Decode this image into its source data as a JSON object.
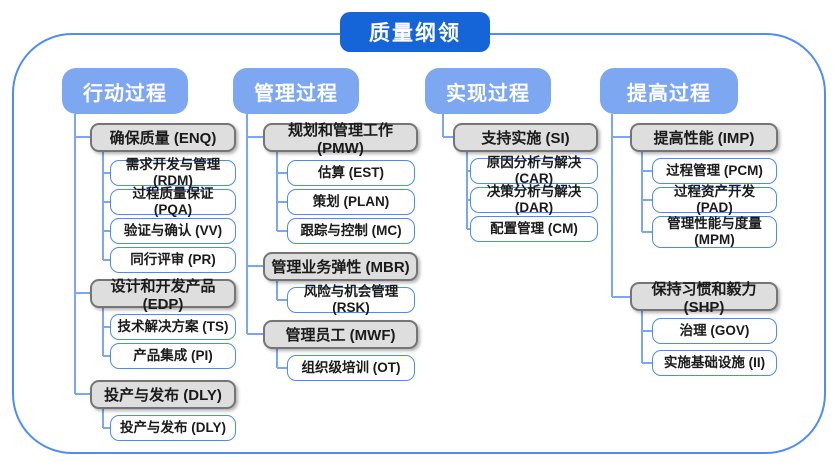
{
  "title": "质量纲领",
  "colors": {
    "title_blue": "#1565d8",
    "header_blue": "#7da7f0",
    "gray_fill": "#dedede",
    "gray_border": "#757575",
    "blue_border": "#4c8bf5",
    "connector_line": "#7aa6f2"
  },
  "columns": [
    {
      "header": "行动过程",
      "groups": [
        {
          "label": "确保质量 (ENQ)",
          "items": [
            "需求开发与管理 (RDM)",
            "过程质量保证 (PQA)",
            "验证与确认 (VV)",
            "同行评审 (PR)"
          ]
        },
        {
          "label": "设计和开发产品 (EDP)",
          "items": [
            "技术解决方案 (TS)",
            "产品集成 (PI)"
          ]
        },
        {
          "label": "投产与发布 (DLY)",
          "items": [
            "投产与发布 (DLY)"
          ]
        }
      ]
    },
    {
      "header": "管理过程",
      "groups": [
        {
          "label": "规划和管理工作 (PMW)",
          "items": [
            "估算 (EST)",
            "策划 (PLAN)",
            "跟踪与控制 (MC)"
          ]
        },
        {
          "label": "管理业务弹性 (MBR)",
          "items": [
            "风险与机会管理 (RSK)"
          ]
        },
        {
          "label": "管理员工 (MWF)",
          "items": [
            "组织级培训 (OT)"
          ]
        }
      ]
    },
    {
      "header": "实现过程",
      "groups": [
        {
          "label": "支持实施 (SI)",
          "items": [
            "原因分析与解决 (CAR)",
            "决策分析与解决 (DAR)",
            "配置管理 (CM)"
          ]
        }
      ]
    },
    {
      "header": "提高过程",
      "groups": [
        {
          "label": "提高性能 (IMP)",
          "items": [
            "过程管理 (PCM)",
            "过程资产开发 (PAD)",
            "管理性能与度量 (MPM)"
          ]
        },
        {
          "label": "保持习惯和毅力 (SHP)",
          "items": [
            "治理 (GOV)",
            "实施基础设施 (II)"
          ]
        }
      ]
    }
  ]
}
